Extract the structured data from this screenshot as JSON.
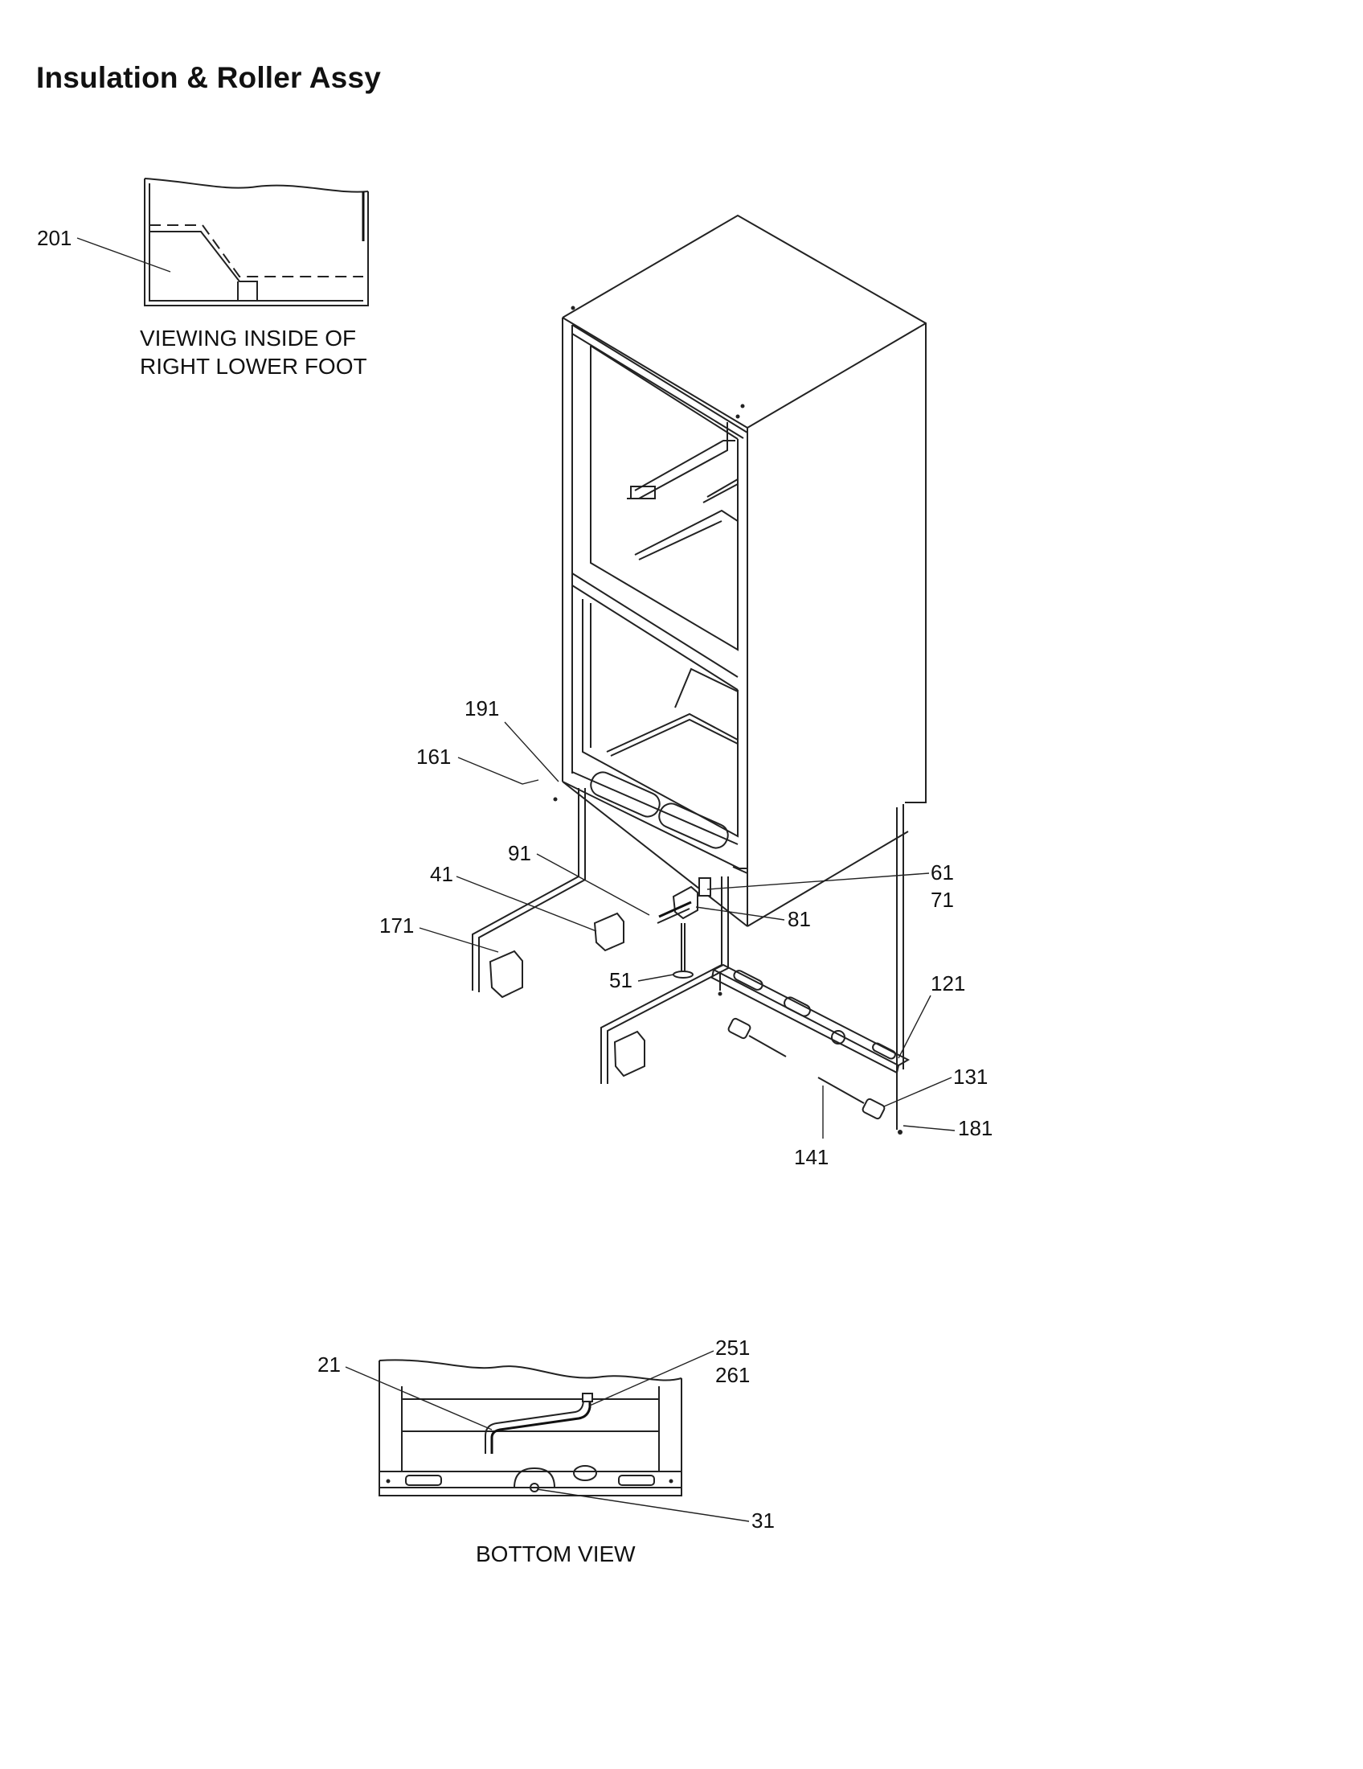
{
  "title": "Insulation & Roller Assy",
  "inset": {
    "caption_line1": "VIEWING INSIDE OF",
    "caption_line2": "RIGHT LOWER FOOT",
    "part": "201"
  },
  "bottom_view": {
    "caption": "BOTTOM VIEW",
    "parts": [
      "21",
      "251",
      "261",
      "31"
    ]
  },
  "callouts": [
    "191",
    "161",
    "91",
    "41",
    "61",
    "71",
    "81",
    "171",
    "51",
    "121",
    "131",
    "181",
    "141"
  ]
}
